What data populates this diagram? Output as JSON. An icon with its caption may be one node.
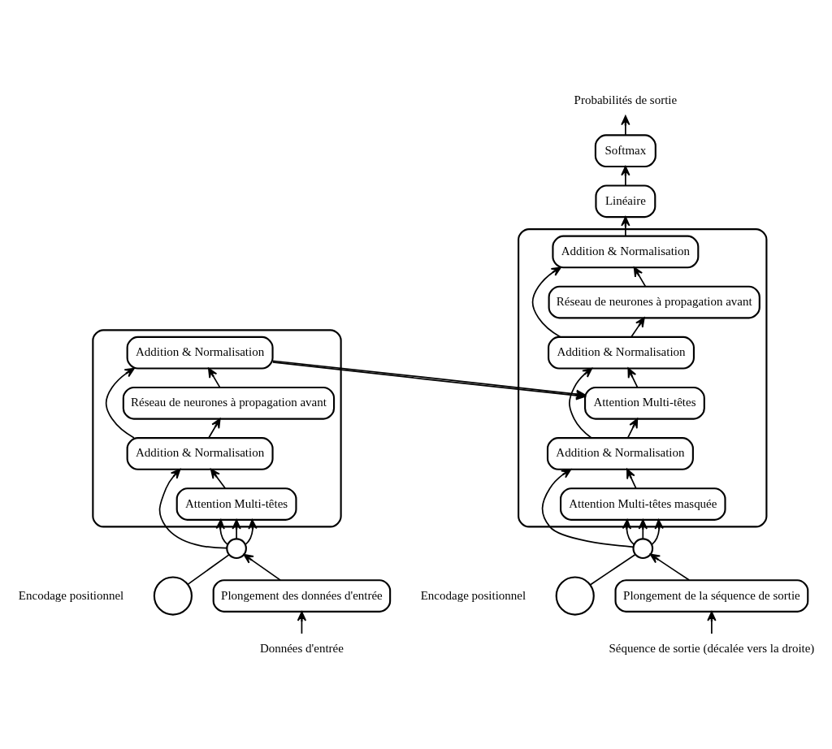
{
  "diagram": {
    "nodes": [
      {
        "text": [],
        "shape": "box"
      },
      {
        "text": [
          "Addition & Normalisation"
        ],
        "in": 0
      },
      {
        "text": [
          "Réseau de neurones à propagation avant"
        ],
        "in": 0
      },
      {
        "text": [
          "Addition & Normalisation"
        ],
        "in": 0
      },
      {
        "text": [
          "Attention Multi-têtes"
        ],
        "in": 0
      },
      {
        "text": [],
        "shape": "circle"
      },
      {
        "text": [],
        "shape": "circle",
        "beside": [
          "Encodage positionnel"
        ]
      },
      {
        "text": [
          "Plongement des données d'entrée"
        ]
      },
      {
        "text": [
          "Données d'entrée"
        ]
      },
      {
        "text": [],
        "shape": "box"
      },
      {
        "text": [
          "Addition & Normalisation"
        ],
        "in": 9
      },
      {
        "text": [
          "Réseau de neurones à propagation avant"
        ],
        "in": 9
      },
      {
        "text": [
          "Addition & Normalisation"
        ],
        "in": 9
      },
      {
        "text": [
          "Attention Multi-têtes"
        ],
        "in": 9
      },
      {
        "text": [
          "Addition & Normalisation"
        ],
        "in": 9
      },
      {
        "text": [
          "Attention Multi-têtes masquée"
        ],
        "in": 9
      },
      {
        "text": [],
        "shape": "circle"
      },
      {
        "text": [],
        "shape": "circle",
        "beside": [
          "Encodage positionnel"
        ]
      },
      {
        "text": [
          "Plongement de la séquence de sortie"
        ]
      },
      {
        "text": [
          "Séquence de sortie (décalée vers la droite)"
        ]
      },
      {
        "text": [
          "Linéaire"
        ]
      },
      {
        "text": [
          "Softmax"
        ]
      },
      {
        "text": [
          "Probabilités de sortie"
        ]
      }
    ],
    "edges": [
      {
        "from": 8,
        "to": 7,
        "arrow": "to"
      },
      {
        "from": 7,
        "to": 5,
        "arrow": "to"
      },
      {
        "from": 6,
        "to": 5,
        "arrow": "none"
      },
      {
        "from": 5,
        "to": 4,
        "arrow": "to"
      },
      {
        "from": 5,
        "to": 4,
        "arrow": "to"
      },
      {
        "from": 5,
        "to": 4,
        "arrow": "to"
      },
      {
        "from": 5,
        "to": 3,
        "arrow": "to"
      },
      {
        "from": 4,
        "to": 3,
        "arrow": "to"
      },
      {
        "from": 3,
        "to": 2,
        "arrow": "to"
      },
      {
        "from": 3,
        "to": 1,
        "arrow": "to"
      },
      {
        "from": 2,
        "to": 1,
        "arrow": "to"
      },
      {
        "from": 1,
        "to": 13,
        "arrow": "to"
      },
      {
        "from": 1,
        "to": 13,
        "arrow": "to"
      },
      {
        "from": 19,
        "to": 18,
        "arrow": "to"
      },
      {
        "from": 18,
        "to": 16,
        "arrow": "to"
      },
      {
        "from": 17,
        "to": 16,
        "arrow": "none"
      },
      {
        "from": 16,
        "to": 15,
        "arrow": "to"
      },
      {
        "from": 16,
        "to": 15,
        "arrow": "to"
      },
      {
        "from": 16,
        "to": 15,
        "arrow": "to"
      },
      {
        "from": 16,
        "to": 14,
        "arrow": "to"
      },
      {
        "from": 15,
        "to": 14,
        "arrow": "to"
      },
      {
        "from": 14,
        "to": 13,
        "arrow": "to"
      },
      {
        "from": 14,
        "to": 12,
        "arrow": "to"
      },
      {
        "from": 13,
        "to": 12,
        "arrow": "to"
      },
      {
        "from": 12,
        "to": 11,
        "arrow": "to"
      },
      {
        "from": 12,
        "to": 10,
        "arrow": "to"
      },
      {
        "from": 11,
        "to": 10,
        "arrow": "to"
      },
      {
        "from": 10,
        "to": 20,
        "arrow": "to"
      },
      {
        "from": 20,
        "to": 21,
        "arrow": "to"
      },
      {
        "from": 21,
        "to": 22,
        "arrow": "to"
      }
    ]
  }
}
